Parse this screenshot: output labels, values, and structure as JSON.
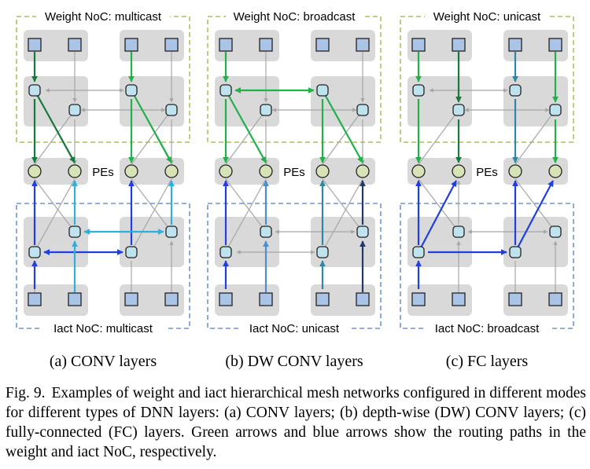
{
  "panels": [
    {
      "weight_title": "Weight NoC: multicast",
      "iact_title": "Iact NoC: multicast",
      "pe_label": "PEs",
      "sublabel": "(a) CONV layers"
    },
    {
      "weight_title": "Weight NoC: broadcast",
      "iact_title": "Iact NoC: unicast",
      "pe_label": "PEs",
      "sublabel": "(b) DW CONV layers"
    },
    {
      "weight_title": "Weight NoC: unicast",
      "iact_title": "Iact NoC: broadcast",
      "pe_label": "PEs",
      "sublabel": "(c) FC layers"
    }
  ],
  "caption": {
    "label": "Fig. 9.",
    "text": "Examples of weight and iact hierarchical mesh networks configured in different modes for different types of DNN layers: (a) CONV layers; (b) depth-wise (DW) CONV layers; (c) fully-connected (FC) layers. Green arrows and blue arrows show the routing paths in the weight and iact NoC, respectively."
  },
  "colors": {
    "weight_box": "#9cb23a",
    "iact_box": "#4f7fbf",
    "cluster_fill": "#d9d9d9",
    "square_fill": "#a9c4e6",
    "router_fill": "#bfe3ee",
    "pe_fill": "#d7e3b6",
    "grey_link": "#a6a6a6",
    "green": "#22b04b",
    "dark_green": "#177a3d",
    "blue": "#1f3fe0",
    "light_blue": "#2bb0e0",
    "mid_blue": "#4a90d0",
    "navy": "#203a6a",
    "teal": "#2f86a6"
  }
}
